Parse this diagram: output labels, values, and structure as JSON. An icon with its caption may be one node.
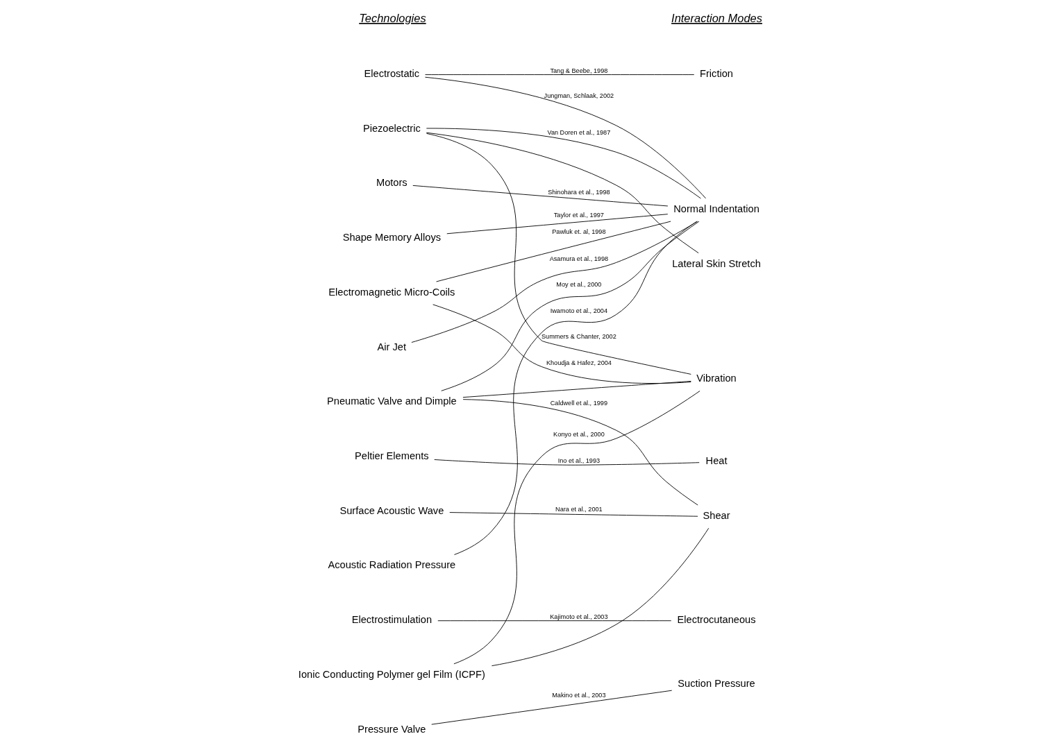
{
  "diagram": {
    "nodes": [
      {
        "text": [
          "Electrostatic"
        ]
      },
      {
        "text": [
          "Piezoelectric"
        ]
      },
      {
        "text": [
          "Motors"
        ]
      },
      {
        "text": [
          "Shape Memory Alloys"
        ]
      },
      {
        "text": [
          "Electromagnetic Micro-Coils"
        ]
      },
      {
        "text": [
          "Air Jet"
        ]
      },
      {
        "text": [
          "Pneumatic Valve and Dimple"
        ]
      },
      {
        "text": [
          "Peltier Elements"
        ]
      },
      {
        "text": [
          "Surface Acoustic Wave"
        ]
      },
      {
        "text": [
          "Acoustic Radiation Pressure"
        ]
      },
      {
        "text": [
          "Electrostimulation"
        ]
      },
      {
        "text": [
          "Ionic Conducting Polymer gel Film (ICPF)"
        ]
      },
      {
        "text": [
          "Pressure Valve"
        ]
      },
      {
        "text": [
          "Friction"
        ]
      },
      {
        "text": [
          "Normal Indentation"
        ]
      },
      {
        "text": [
          "Lateral Skin Stretch"
        ]
      },
      {
        "text": [
          "Vibration"
        ]
      },
      {
        "text": [
          "Heat"
        ]
      },
      {
        "text": [
          "Shear"
        ]
      },
      {
        "text": [
          "Electrocutaneous"
        ]
      },
      {
        "text": [
          "Suction Pressure"
        ]
      }
    ],
    "edges": [
      {
        "from": 0,
        "to": 13,
        "arrow": "none",
        "label": "Tang & Beebe, 1998"
      },
      {
        "from": 0,
        "to": 14,
        "arrow": "none",
        "label": "Jungman, Schlaak, 2002"
      },
      {
        "from": 1,
        "to": 14,
        "arrow": "none",
        "label": "Van Doren et al., 1987"
      },
      {
        "from": 1,
        "to": 15,
        "arrow": "none"
      },
      {
        "from": 1,
        "to": 16,
        "arrow": "none",
        "label": "Summers & Chanter, 2002"
      },
      {
        "from": 2,
        "to": 14,
        "arrow": "none",
        "label": "Shinohara et al., 1998"
      },
      {
        "from": 3,
        "to": 14,
        "arrow": "none",
        "label": "Taylor et al., 1997"
      },
      {
        "from": 4,
        "to": 14,
        "arrow": "none",
        "label": "Pawluk et. al, 1998"
      },
      {
        "from": 4,
        "to": 16,
        "arrow": "none",
        "label": "Khoudja & Hafez, 2004"
      },
      {
        "from": 5,
        "to": 14,
        "arrow": "none",
        "label": "Asamura et al., 1998"
      },
      {
        "from": 6,
        "to": 14,
        "arrow": "none",
        "label": "Moy et al., 2000"
      },
      {
        "from": 6,
        "to": 16,
        "arrow": "none"
      },
      {
        "from": 6,
        "to": 18,
        "arrow": "none",
        "label": "Caldwell et al., 1999"
      },
      {
        "from": 7,
        "to": 17,
        "arrow": "none",
        "label": "Ino et al., 1993"
      },
      {
        "from": 8,
        "to": 18,
        "arrow": "none",
        "label": "Nara et al., 2001"
      },
      {
        "from": 9,
        "to": 14,
        "arrow": "none",
        "label": "Iwamoto et al., 2004"
      },
      {
        "from": 10,
        "to": 19,
        "arrow": "none",
        "label": "Kajimoto et al., 2003"
      },
      {
        "from": 11,
        "to": 16,
        "arrow": "none",
        "label": "Konyo et al., 2000"
      },
      {
        "from": 11,
        "to": 18,
        "arrow": "none"
      },
      {
        "from": 12,
        "to": 20,
        "arrow": "none",
        "label": "Makino et al., 2003"
      }
    ],
    "labels": [
      "Technologies",
      "Interaction Modes"
    ]
  }
}
